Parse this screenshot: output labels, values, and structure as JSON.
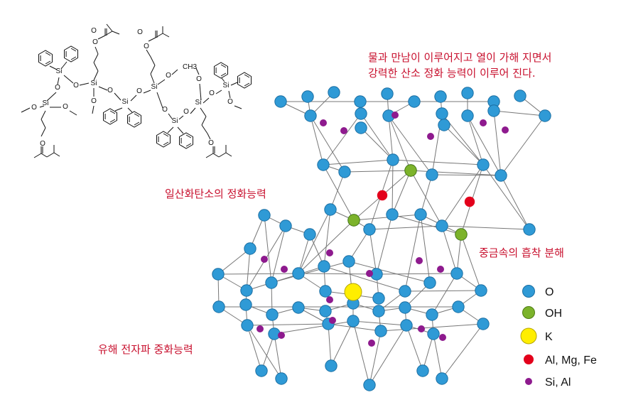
{
  "captions": {
    "top": [
      "물과 만남이 이루어지고 열이 가해 지면서",
      "강력한 산소 정화 능력이 이루어 진다."
    ],
    "co": "일산화탄소의 정화능력",
    "heavy_metal": "중금속의 흡착 분해",
    "em_wave": "유해 전자파 중화능력"
  },
  "molecule_labels": {
    "si": "Si",
    "o": "O",
    "ome": "O",
    "ch3": "CH3"
  },
  "legend": [
    {
      "label": "O",
      "color": "#2f9ad6",
      "size": "medium"
    },
    {
      "label": "OH",
      "color": "#7cb32b",
      "size": "medium"
    },
    {
      "label": "K",
      "color": "#ffee00",
      "size": "large"
    },
    {
      "label": "Al, Mg, Fe",
      "color": "#e3001b",
      "size": "medium"
    },
    {
      "label": "Si, Al",
      "color": "#8e1a8e",
      "size": "small"
    }
  ]
}
